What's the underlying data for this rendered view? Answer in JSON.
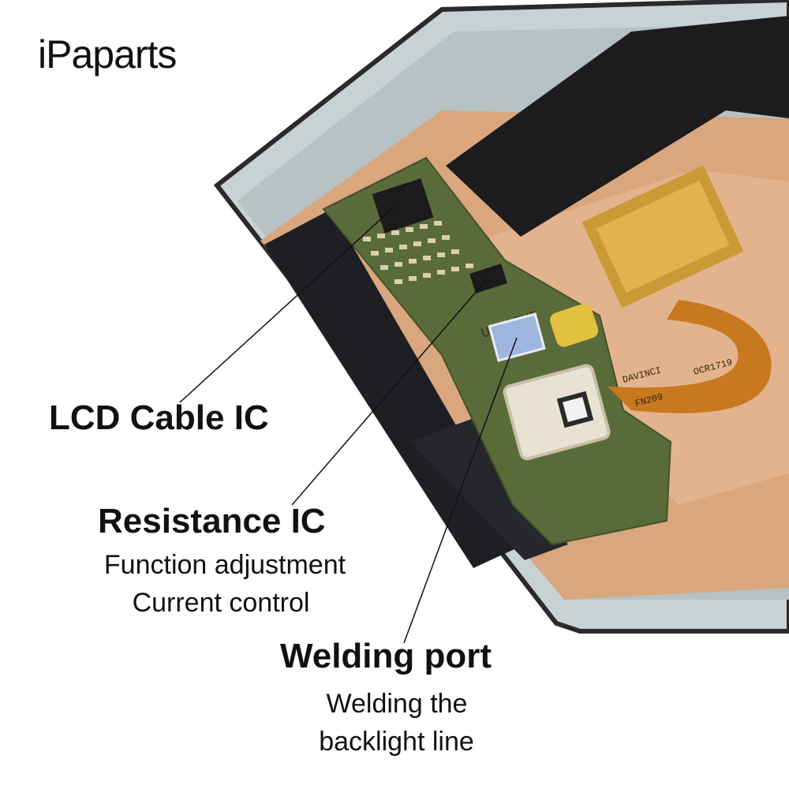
{
  "brand": {
    "name": "iPaparts"
  },
  "callouts": {
    "lcd_cable_ic": {
      "title": "LCD Cable IC"
    },
    "resistance_ic": {
      "title": "Resistance IC",
      "lines": [
        "Function adjustment",
        "Current control"
      ]
    },
    "welding_port": {
      "title": "Welding port",
      "lines": [
        "Welding the",
        "backlight line"
      ]
    }
  },
  "pcb_markings": {
    "chip_code": "U952EH5",
    "flex_code_1": "DAVINCI",
    "flex_code_2": "FN209",
    "flex_code_3": "OCR1719"
  },
  "colors": {
    "pcb_green": "#5a6b3a",
    "copper_shield": "#d9a67e",
    "black_foam": "#1e1f22",
    "glass_frame": "#c9d2d3",
    "gold_connector": "#d4a640",
    "flex_cable": "#1c1c1e",
    "text": "#111111"
  }
}
